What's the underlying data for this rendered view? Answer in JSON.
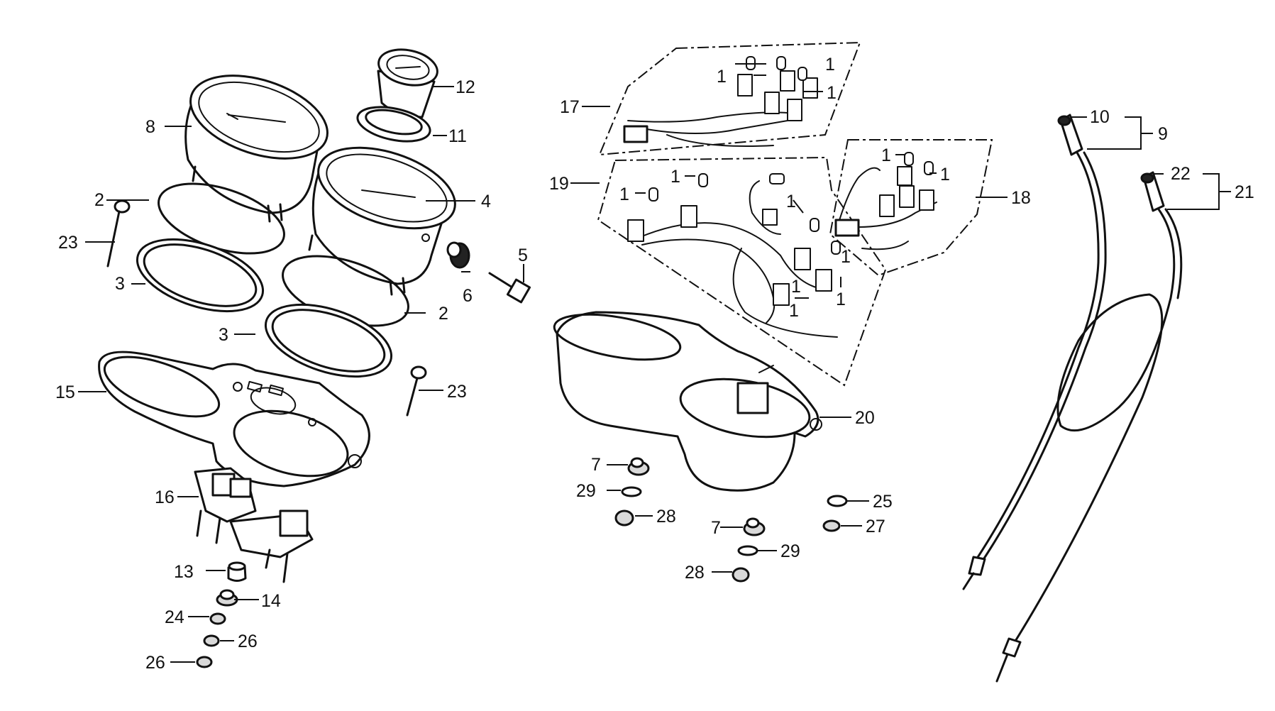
{
  "callouts": [
    {
      "id": "c1",
      "text": "1"
    },
    {
      "id": "c2",
      "text": "1"
    },
    {
      "id": "c3",
      "text": "1"
    },
    {
      "id": "c4",
      "text": "1"
    },
    {
      "id": "c5",
      "text": "1"
    },
    {
      "id": "c6",
      "text": "1"
    },
    {
      "id": "c7",
      "text": "1"
    },
    {
      "id": "c8",
      "text": "1"
    },
    {
      "id": "c9",
      "text": "1"
    },
    {
      "id": "c10",
      "text": "1"
    },
    {
      "id": "c11",
      "text": "1"
    },
    {
      "id": "c12",
      "text": "1"
    },
    {
      "id": "c13",
      "text": "2"
    },
    {
      "id": "c14",
      "text": "2"
    },
    {
      "id": "c15",
      "text": "3"
    },
    {
      "id": "c16",
      "text": "3"
    },
    {
      "id": "c17",
      "text": "4"
    },
    {
      "id": "c18",
      "text": "5"
    },
    {
      "id": "c19",
      "text": "6"
    },
    {
      "id": "c20",
      "text": "7"
    },
    {
      "id": "c21",
      "text": "7"
    },
    {
      "id": "c22",
      "text": "8"
    },
    {
      "id": "c23",
      "text": "9"
    },
    {
      "id": "c24",
      "text": "10"
    },
    {
      "id": "c25",
      "text": "11"
    },
    {
      "id": "c26",
      "text": "12"
    },
    {
      "id": "c27",
      "text": "13"
    },
    {
      "id": "c28",
      "text": "14"
    },
    {
      "id": "c29",
      "text": "15"
    },
    {
      "id": "c30",
      "text": "16"
    },
    {
      "id": "c31",
      "text": "17"
    },
    {
      "id": "c32",
      "text": "18"
    },
    {
      "id": "c33",
      "text": "19"
    },
    {
      "id": "c34",
      "text": "20"
    },
    {
      "id": "c35",
      "text": "21"
    },
    {
      "id": "c36",
      "text": "22"
    },
    {
      "id": "c37",
      "text": "23"
    },
    {
      "id": "c38",
      "text": "23"
    },
    {
      "id": "c39",
      "text": "24"
    },
    {
      "id": "c40",
      "text": "25"
    },
    {
      "id": "c41",
      "text": "26"
    },
    {
      "id": "c42",
      "text": "26"
    },
    {
      "id": "c43",
      "text": "27"
    },
    {
      "id": "c44",
      "text": "28"
    },
    {
      "id": "c45",
      "text": "28"
    },
    {
      "id": "c46",
      "text": "29"
    },
    {
      "id": "c47",
      "text": "29"
    }
  ]
}
